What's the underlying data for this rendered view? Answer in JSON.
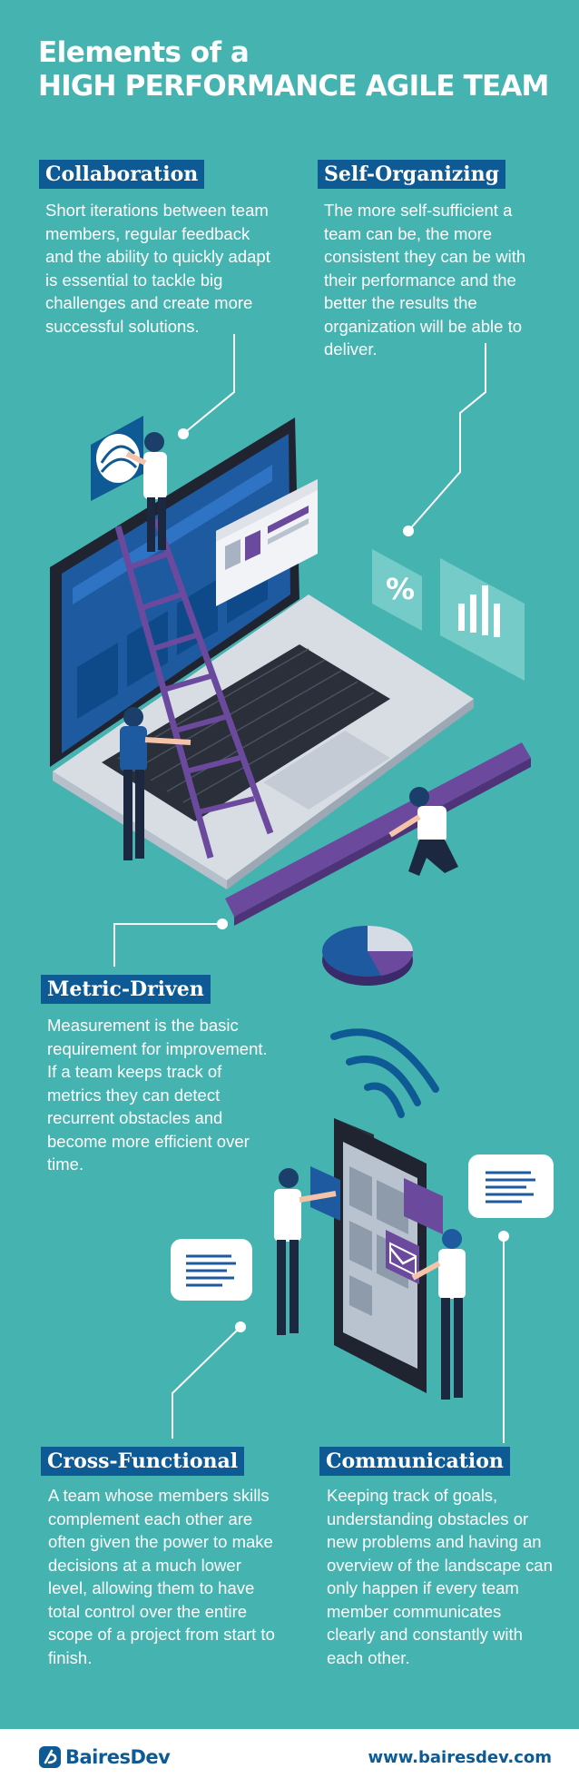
{
  "title": {
    "line1": "Elements of a",
    "line2": "HIGH PERFORMANCE AGILE TEAM"
  },
  "sections": {
    "collaboration": {
      "heading": "Collaboration",
      "text": "Short iterations between team members, regular feedback and the ability to quickly adapt is essential to tackle big challenges and create more successful solutions."
    },
    "self_organizing": {
      "heading": "Self-Organizing",
      "text": "The more self-sufficient a team can be, the more consistent they can be with their performance and the better the results the organization will be able to deliver."
    },
    "metric_driven": {
      "heading": "Metric-Driven",
      "text": "Measurement is the basic requirement for improvement. If a team keeps track of metrics they can detect recurrent obstacles and become more efficient over time."
    },
    "cross_functional": {
      "heading": "Cross-Functional",
      "text": "A team whose members skills complement each other are often given the power to make decisions at a much lower level, allowing them to have total control over the entire scope of a project from start to finish."
    },
    "communication": {
      "heading": "Communication",
      "text": "Keeping track of goals, understanding obstacles or new problems and having an overview of the landscape can only happen if every team member communicates clearly and constantly with each other."
    }
  },
  "footer": {
    "brand": "BairesDev",
    "url": "www.bairesdev.com"
  },
  "colors": {
    "background": "#45b3b0",
    "heading_bg": "#0e5a94",
    "accent_purple": "#6b4a9e",
    "text": "#ffffff"
  },
  "icons": [
    "percent-icon",
    "bar-chart-icon",
    "pie-chart-icon",
    "wifi-signal-icon",
    "mail-icon",
    "document-lines-icon",
    "ruler-icon",
    "ladder-icon"
  ]
}
